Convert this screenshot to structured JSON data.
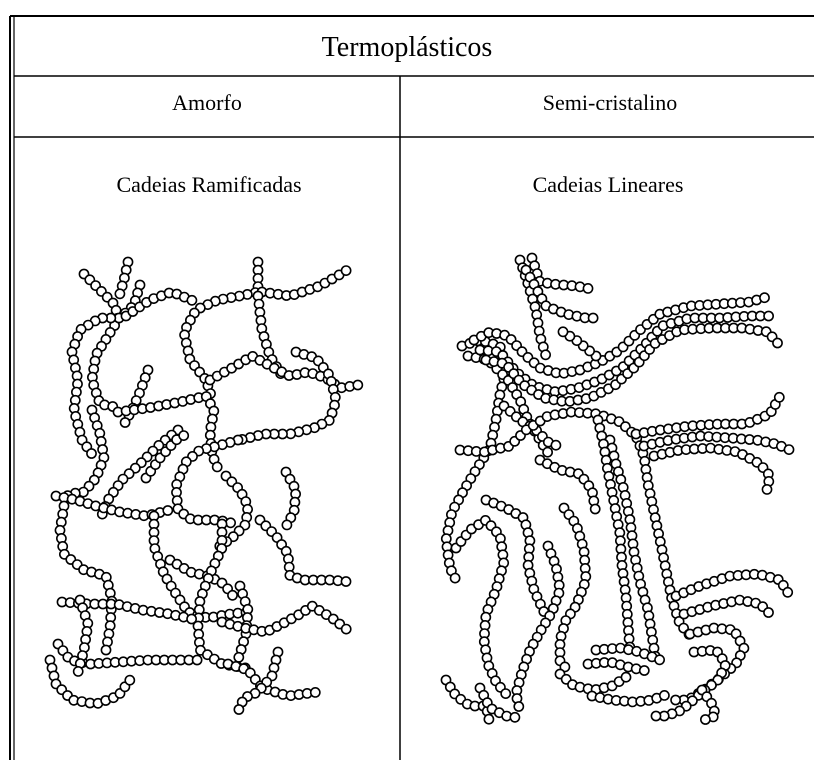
{
  "table": {
    "title": "Termoplásticos",
    "columns": [
      {
        "header": "Amorfo",
        "subtitle": "Cadeias Ramificadas"
      },
      {
        "header": "Semi-cristalino",
        "subtitle": "Cadeias Lineares"
      }
    ]
  },
  "colors": {
    "line": "#000000",
    "bead_fill": "#ffffff",
    "background": "#ffffff"
  },
  "icons": {
    "left_diagram": "branched-chains-icon",
    "right_diagram": "linear-chains-icon"
  }
}
